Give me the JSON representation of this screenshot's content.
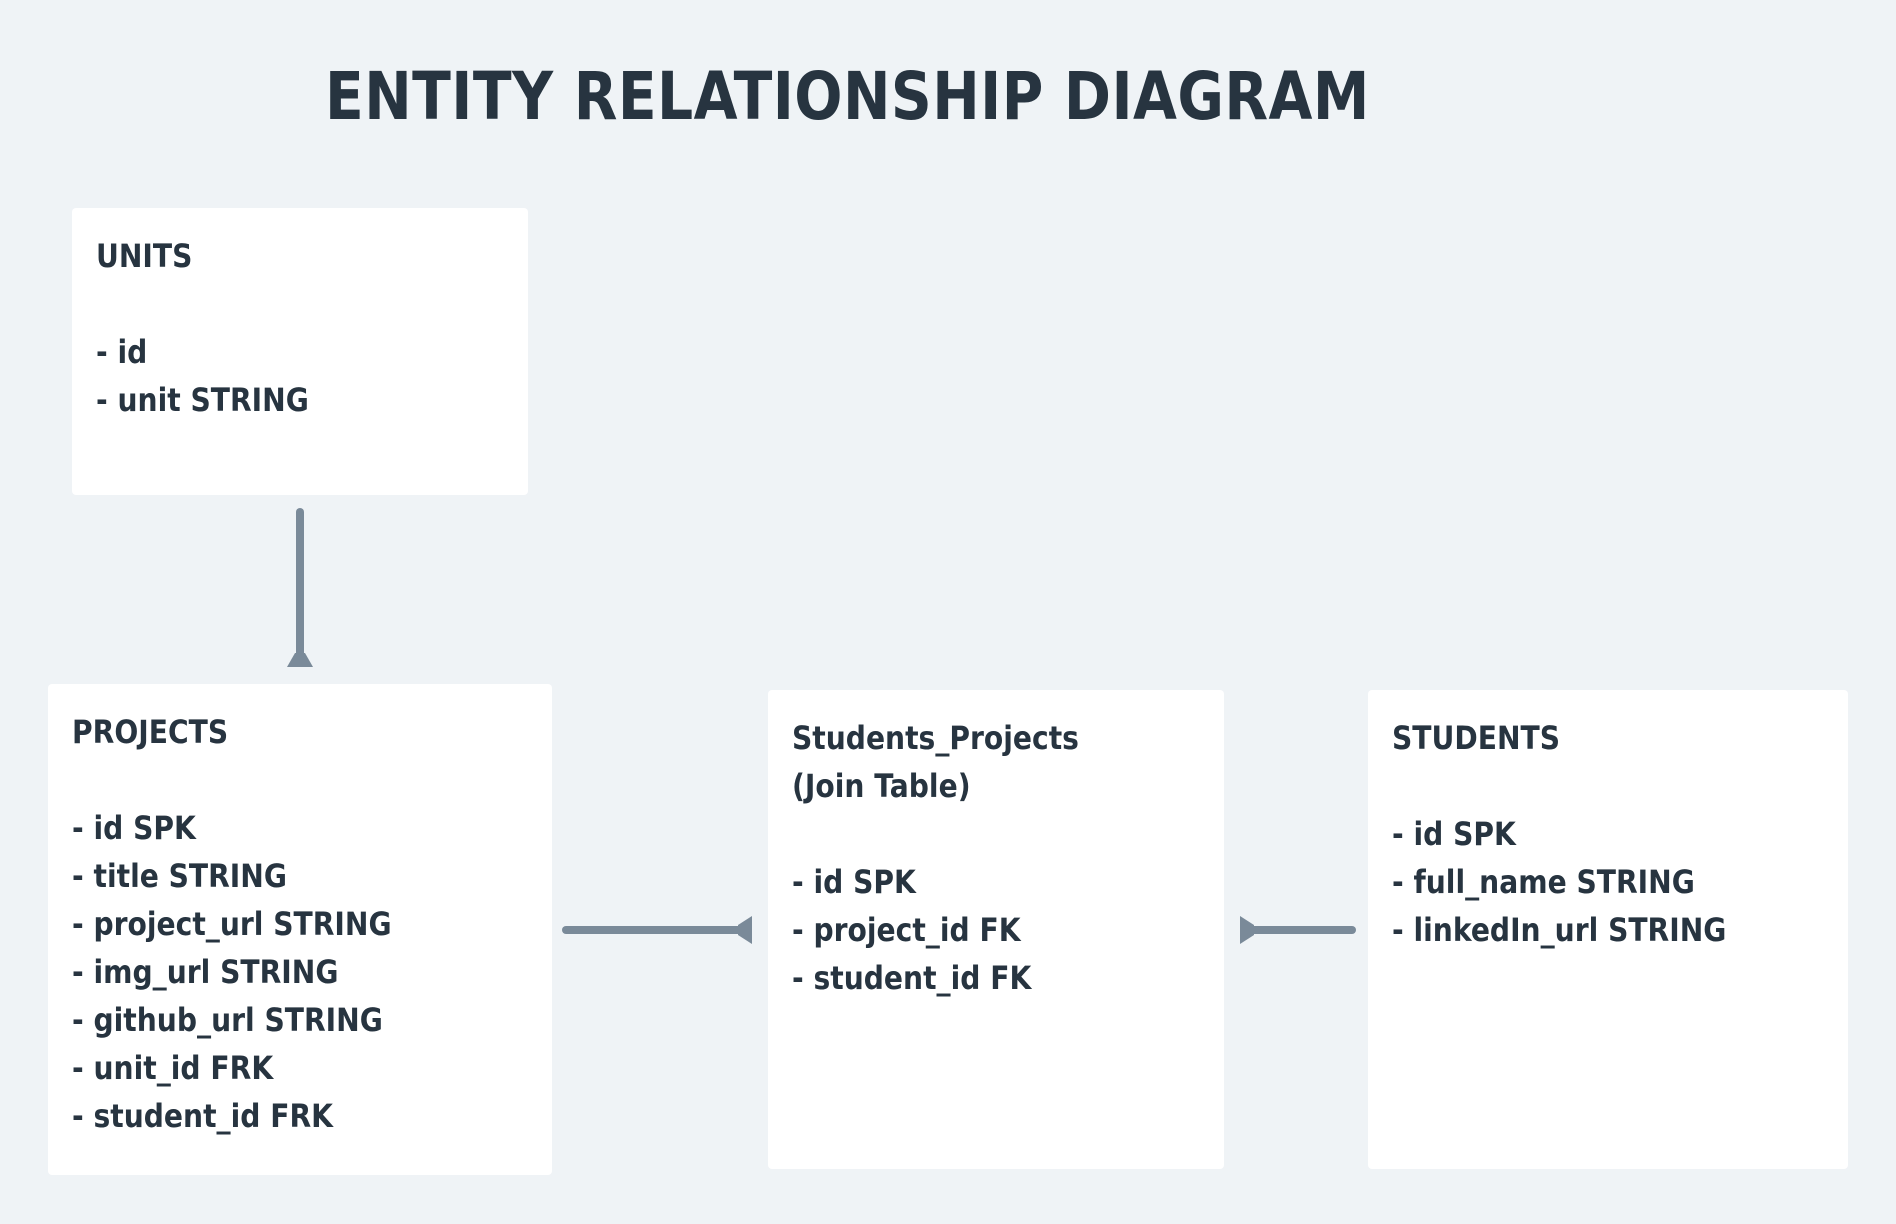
{
  "diagram": {
    "title": "ENTITY RELATIONSHIP DIAGRAM"
  },
  "colors": {
    "background": "#eff3f6",
    "card": "#ffffff",
    "text": "#273440",
    "connector": "#7a8a99"
  },
  "entities": {
    "units": {
      "title_lines": [
        "UNITS"
      ],
      "fields": [
        "- id",
        "- unit STRING"
      ]
    },
    "projects": {
      "title_lines": [
        "PROJECTS"
      ],
      "fields": [
        "- id SPK",
        "- title STRING",
        "- project_url STRING",
        "- img_url STRING",
        "- github_url STRING",
        "- unit_id FRK",
        "- student_id FRK"
      ]
    },
    "students_projects": {
      "title_lines": [
        "Students_Projects",
        "(Join Table)"
      ],
      "fields": [
        "- id SPK",
        "- project_id FK",
        "- student_id FK"
      ]
    },
    "students": {
      "title_lines": [
        "STUDENTS"
      ],
      "fields": [
        "- id SPK",
        "- full_name STRING",
        "- linkedIn_url STRING"
      ]
    }
  },
  "relationships": [
    {
      "from": "units",
      "to": "projects"
    },
    {
      "from": "projects",
      "to": "students_projects"
    },
    {
      "from": "students",
      "to": "students_projects"
    }
  ]
}
